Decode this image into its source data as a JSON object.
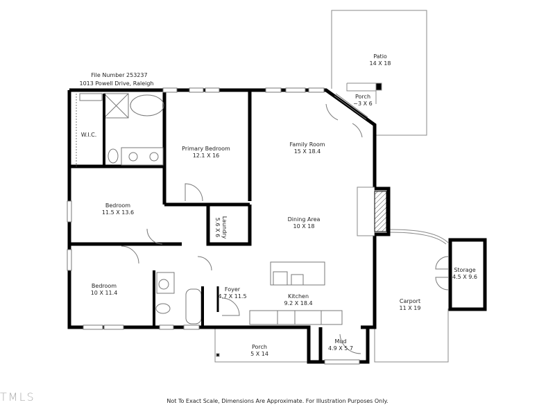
{
  "header": {
    "file_number": "File Number 253237",
    "address": "1013 Powell Drive, Raleigh"
  },
  "rooms": [
    {
      "name": "Patio",
      "dims": "14 X 18"
    },
    {
      "name": "Porch",
      "dims": "~3 X 6"
    },
    {
      "name": "W.I.C.",
      "dims": ""
    },
    {
      "name": "Primary Bedroom",
      "dims": "12.1 X 16"
    },
    {
      "name": "Family Room",
      "dims": "15 X 18.4"
    },
    {
      "name": "Bedroom",
      "dims": "11.5 X 13.6"
    },
    {
      "name": "Laundry",
      "dims": "5.6 X 6"
    },
    {
      "name": "Dining Area",
      "dims": "10 X 18"
    },
    {
      "name": "Storage",
      "dims": "4.5 X 9.6"
    },
    {
      "name": "Bedroom",
      "dims": "10 X 11.4"
    },
    {
      "name": "Foyer",
      "dims": "4.7 X 11.5"
    },
    {
      "name": "Kitchen",
      "dims": "9.2 X 18.4"
    },
    {
      "name": "Carport",
      "dims": "11 X 19"
    },
    {
      "name": "Mud",
      "dims": "4.9 X 5.7"
    },
    {
      "name": "Porch",
      "dims": "5 X 14"
    }
  ],
  "footer": {
    "disclaimer": "Not To Exact Scale, Dimensions Are Approximate. For Illustration Purposes Only.",
    "logo": "TMLS"
  },
  "colors": {
    "wall": "#000000",
    "thin_line": "#777777",
    "background": "#ffffff"
  }
}
